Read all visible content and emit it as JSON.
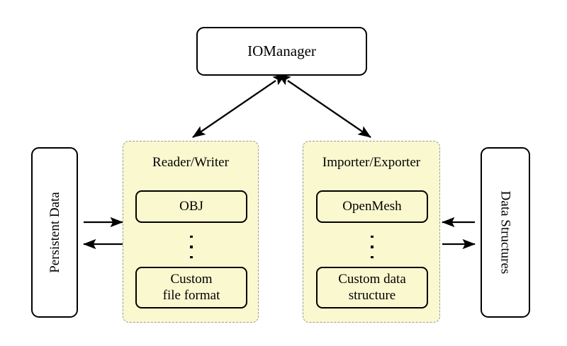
{
  "diagram": {
    "title_node": {
      "label": "IOManager"
    },
    "left_store": {
      "label": "Persistent Data"
    },
    "right_store": {
      "label": "Data Structures"
    },
    "groups": [
      {
        "id": "reader-writer",
        "title": "Reader/Writer",
        "items": [
          {
            "label": "OBJ"
          },
          {
            "label": "Custom\nfile format"
          }
        ],
        "ellipsis": "⋮"
      },
      {
        "id": "importer-exporter",
        "title": "Importer/Exporter",
        "items": [
          {
            "label": "OpenMesh"
          },
          {
            "label": "Custom data\nstructure"
          }
        ],
        "ellipsis": "⋮"
      }
    ],
    "connections": [
      {
        "id": "manager-to-reader-writer",
        "from": "IOManager",
        "to": "Reader/Writer",
        "style": "double-headed"
      },
      {
        "id": "manager-to-importer-exporter",
        "from": "IOManager",
        "to": "Importer/Exporter",
        "style": "double-headed"
      },
      {
        "id": "persistent-data-to-reader-writer",
        "from": "Persistent Data",
        "to": "Reader/Writer",
        "style": "single-headed"
      },
      {
        "id": "reader-writer-to-persistent-data",
        "from": "Reader/Writer",
        "to": "Persistent Data",
        "style": "single-headed"
      },
      {
        "id": "data-structures-to-importer-exporter",
        "from": "Data Structures",
        "to": "Importer/Exporter",
        "style": "single-headed"
      },
      {
        "id": "importer-exporter-to-data-structures",
        "from": "Importer/Exporter",
        "to": "Data Structures",
        "style": "single-headed"
      }
    ],
    "colors": {
      "group_fill": "#faf8cf",
      "group_border": "#9a9a9a",
      "node_border": "#000000",
      "background": "#ffffff",
      "arrow": "#000000"
    }
  }
}
